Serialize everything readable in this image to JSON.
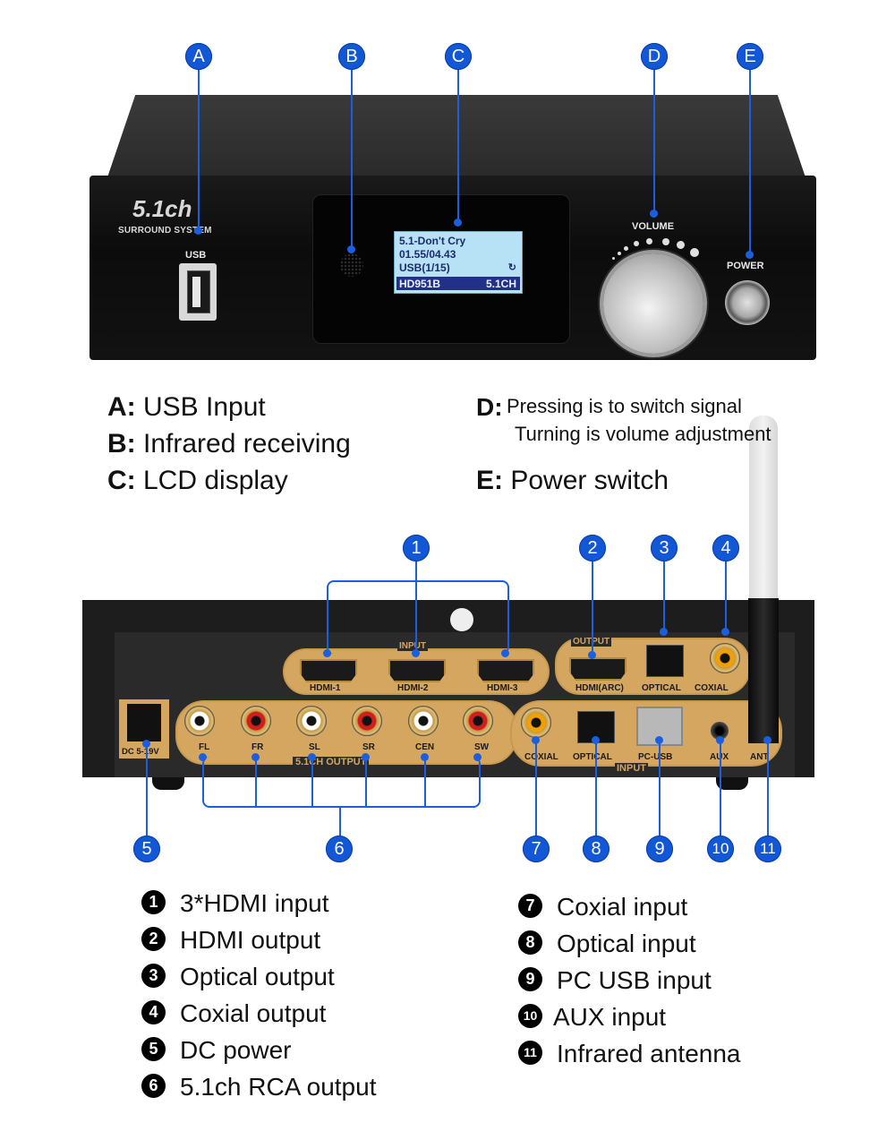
{
  "colors": {
    "callout_blue": "#1257d6",
    "panel_gold": "#d4a660",
    "lcd_bg": "#b7e2f6",
    "lcd_inverse": "#23308a"
  },
  "front_panel": {
    "callouts": [
      "A",
      "B",
      "C",
      "D",
      "E"
    ],
    "logo": "5.1ch",
    "logo_caption": "SURROUND SYSTEM",
    "usb_label": "USB",
    "volume_label": "VOLUME",
    "power_label": "POWER",
    "lcd": {
      "line1": "5.1-Don't Cry",
      "line2": "01.55/04.43",
      "line3": "USB(1/15)",
      "repeat_icon": "repeat-icon",
      "status_left": "HD951B",
      "status_right": "5.1CH"
    }
  },
  "front_legend": [
    {
      "key": "A:",
      "text": "USB Input"
    },
    {
      "key": "B:",
      "text": "Infrared receiving"
    },
    {
      "key": "C:",
      "text": "LCD display"
    },
    {
      "key": "D:",
      "text": "Pressing is to switch signal",
      "text2": "Turning is volume adjustment"
    },
    {
      "key": "E:",
      "text": "Power switch"
    }
  ],
  "rear_panel": {
    "callouts": [
      "1",
      "2",
      "3",
      "4",
      "5",
      "6",
      "7",
      "8",
      "9",
      "10",
      "11"
    ],
    "input_group_label": "INPUT",
    "hdmi_inputs": [
      "HDMI-1",
      "HDMI-2",
      "HDMI-3"
    ],
    "output_group_label": "OUTPUT",
    "outputs": [
      "HDMI(ARC)",
      "OPTICAL",
      "COXIAL"
    ],
    "dc_label": "DC 5-19V",
    "rca_outputs": [
      "FL",
      "FR",
      "SL",
      "SR",
      "CEN",
      "SW"
    ],
    "rca_group_label": "5.1CH OUTPUT",
    "inputs": [
      "COXIAL",
      "OPTICAL",
      "PC-USB",
      "AUX",
      "ANT"
    ],
    "inputs_group_label": "INPUT"
  },
  "rear_legend_left": [
    {
      "num": "1",
      "text": "3*HDMI input"
    },
    {
      "num": "2",
      "text": "HDMI output"
    },
    {
      "num": "3",
      "text": "Optical output"
    },
    {
      "num": "4",
      "text": "Coxial output"
    },
    {
      "num": "5",
      "text": "DC power"
    },
    {
      "num": "6",
      "text": "5.1ch RCA output"
    }
  ],
  "rear_legend_right": [
    {
      "num": "7",
      "text": "Coxial input"
    },
    {
      "num": "8",
      "text": "Optical input"
    },
    {
      "num": "9",
      "text": "PC USB input"
    },
    {
      "num": "10",
      "text": "AUX input"
    },
    {
      "num": "11",
      "text": "Infrared antenna"
    }
  ]
}
